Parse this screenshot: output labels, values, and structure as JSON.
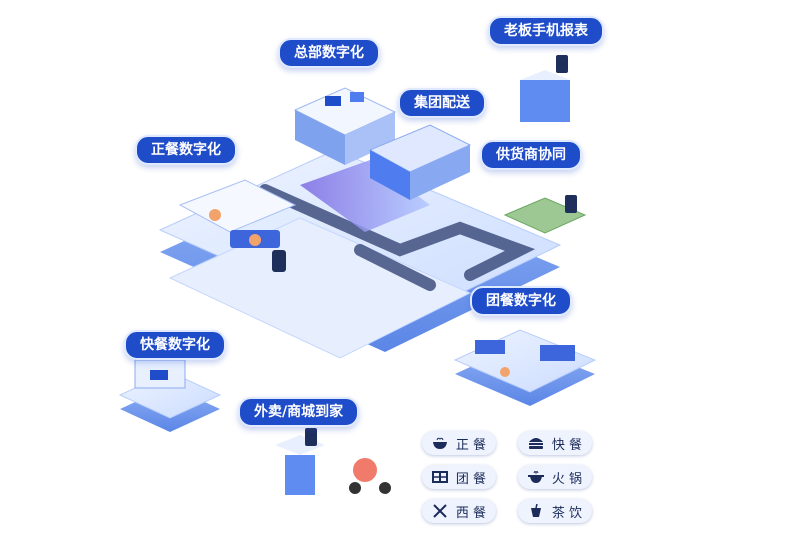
{
  "labels": {
    "boss_report": "老板手机报表",
    "hq": "总部数字化",
    "group_delivery": "集团配送",
    "formal_dining": "正餐数字化",
    "supplier": "供货商协同",
    "canteen": "团餐数字化",
    "fast_food": "快餐数字化",
    "takeout": "外卖/商城到家"
  },
  "legend": [
    {
      "label": "正 餐",
      "icon": "bowl-icon"
    },
    {
      "label": "快 餐",
      "icon": "burger-icon"
    },
    {
      "label": "团 餐",
      "icon": "tray-icon"
    },
    {
      "label": "火 锅",
      "icon": "hotpot-icon"
    },
    {
      "label": "西 餐",
      "icon": "fork-knife-icon"
    },
    {
      "label": "茶 饮",
      "icon": "cup-icon"
    }
  ],
  "colors": {
    "primary": "#1f4cc9",
    "platform": "#cfe0ff",
    "accent": "#4f7df0",
    "purple": "#6a55d8"
  }
}
